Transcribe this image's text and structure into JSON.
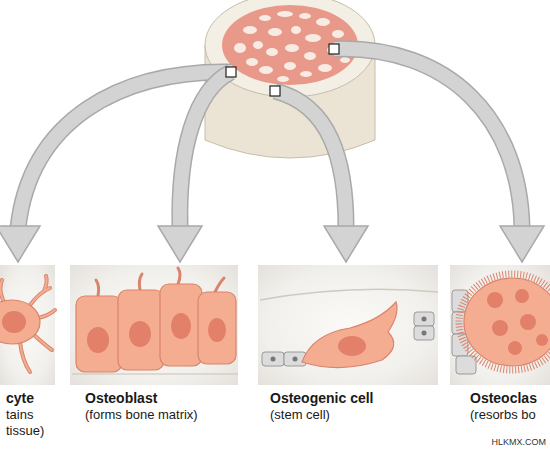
{
  "diagram": {
    "nodes": [
      {
        "text": [
          "cyte",
          "tains tissue)"
        ]
      },
      {
        "text": [
          "Osteoblast",
          "(forms bone matrix)"
        ]
      },
      {
        "text": [
          "Osteogenic cell",
          "(stem cell)"
        ]
      },
      {
        "text": [
          "Osteoclas",
          "(resorbs bo"
        ]
      }
    ],
    "labels": [
      "HLKMX.COM"
    ]
  }
}
